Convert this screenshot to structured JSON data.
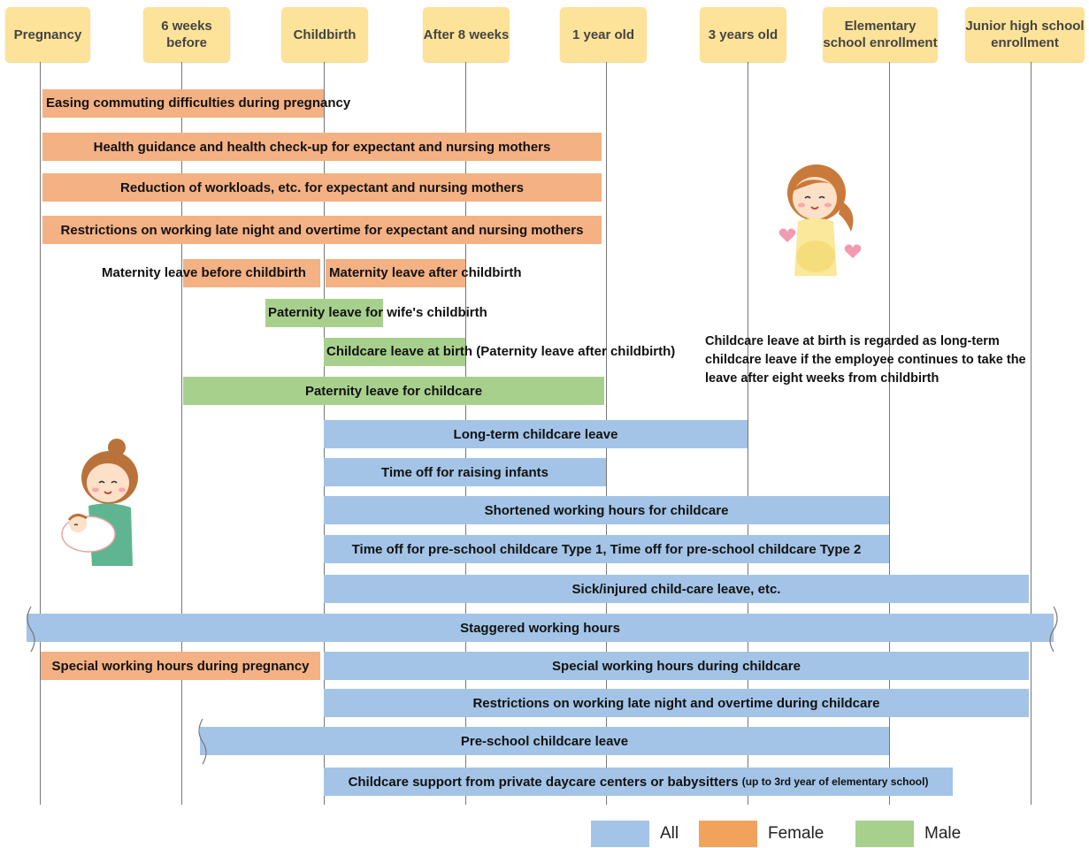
{
  "colors": {
    "all": "#a3c4e6",
    "female": "#f4b183",
    "male": "#a8d08d",
    "header": "#fde399"
  },
  "headers": [
    {
      "label": "Pregnancy"
    },
    {
      "label": "6 weeks before"
    },
    {
      "label": "Childbirth"
    },
    {
      "label": "After 8 weeks"
    },
    {
      "label": "1 year old"
    },
    {
      "label": "3 years old"
    },
    {
      "label": "Elementary school enrollment"
    },
    {
      "label": "Junior high school enrollment"
    }
  ],
  "bars": [
    {
      "label": "Easing commuting difficulties during pregnancy",
      "category": "female"
    },
    {
      "label": "Health guidance and health check-up for expectant and nursing mothers",
      "category": "female"
    },
    {
      "label": "Reduction of workloads, etc. for expectant and nursing mothers",
      "category": "female"
    },
    {
      "label": "Restrictions on working late night and overtime for expectant and nursing mothers",
      "category": "female"
    },
    {
      "label": "Maternity leave before childbirth",
      "category": "female"
    },
    {
      "label": "Maternity leave after childbirth",
      "category": "female"
    },
    {
      "label": "Paternity leave for wife's childbirth",
      "category": "male"
    },
    {
      "label": "Childcare leave at birth (Paternity leave after childbirth)",
      "category": "male"
    },
    {
      "label": "Paternity leave for childcare",
      "category": "male"
    },
    {
      "label": "Long-term childcare leave",
      "category": "all"
    },
    {
      "label": "Time off for raising infants",
      "category": "all"
    },
    {
      "label": "Shortened working hours for childcare",
      "category": "all"
    },
    {
      "label": "Time off for pre-school childcare Type 1, Time off for pre-school childcare Type 2",
      "category": "all"
    },
    {
      "label": "Sick/injured child-care leave, etc.",
      "category": "all"
    },
    {
      "label": "Staggered working hours",
      "category": "all"
    },
    {
      "label": "Special working hours during pregnancy",
      "category": "female"
    },
    {
      "label": "Special working hours during childcare",
      "category": "all"
    },
    {
      "label": "Restrictions on working late night and overtime during childcare",
      "category": "all"
    },
    {
      "label": "Pre-school childcare leave",
      "category": "all"
    },
    {
      "label": "Childcare support from private daycare centers or babysitters",
      "note": "(up to 3rd year of elementary school)",
      "category": "all"
    }
  ],
  "annotation": "Childcare leave at birth is regarded as long-term childcare leave if the employee continues to take the leave after eight weeks from childbirth",
  "legend": [
    {
      "label": "All",
      "category": "all"
    },
    {
      "label": "Female",
      "category": "female"
    },
    {
      "label": "Male",
      "category": "male"
    }
  ]
}
